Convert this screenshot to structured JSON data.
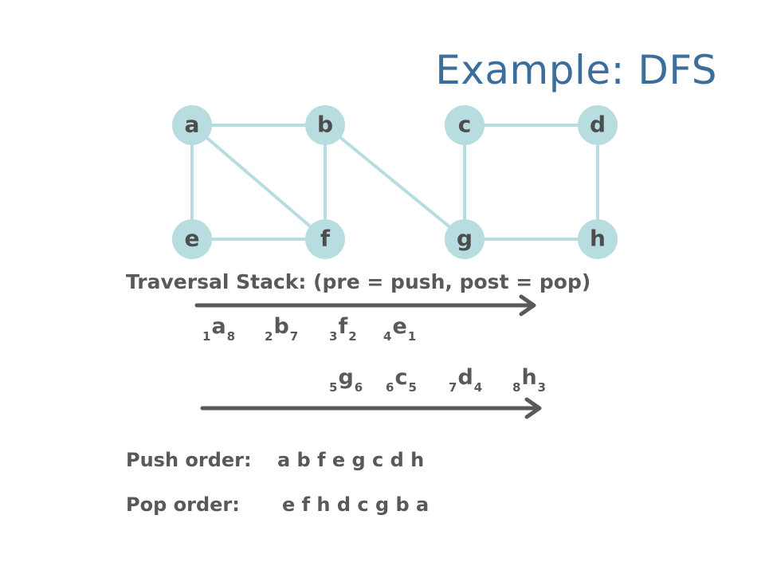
{
  "title": "Example: DFS",
  "graph": {
    "nodes": [
      {
        "id": "a",
        "label": "a"
      },
      {
        "id": "b",
        "label": "b"
      },
      {
        "id": "c",
        "label": "c"
      },
      {
        "id": "d",
        "label": "d"
      },
      {
        "id": "e",
        "label": "e"
      },
      {
        "id": "f",
        "label": "f"
      },
      {
        "id": "g",
        "label": "g"
      },
      {
        "id": "h",
        "label": "h"
      }
    ],
    "edges": [
      [
        "a",
        "b"
      ],
      [
        "a",
        "e"
      ],
      [
        "a",
        "f"
      ],
      [
        "b",
        "f"
      ],
      [
        "b",
        "g"
      ],
      [
        "e",
        "f"
      ],
      [
        "c",
        "d"
      ],
      [
        "c",
        "g"
      ],
      [
        "d",
        "h"
      ],
      [
        "g",
        "h"
      ]
    ],
    "colors": {
      "node": "#b7dde0",
      "edge": "#b7dde0",
      "label": "#4d4d4d"
    }
  },
  "traversal": {
    "heading": "Traversal Stack: (pre = push, post = pop)",
    "row1": [
      {
        "pre": "1",
        "name": "a",
        "post": "8"
      },
      {
        "pre": "2",
        "name": "b",
        "post": "7"
      },
      {
        "pre": "3",
        "name": "f",
        "post": "2"
      },
      {
        "pre": "4",
        "name": "e",
        "post": "1"
      }
    ],
    "row2": [
      {
        "pre": "5",
        "name": "g",
        "post": "6"
      },
      {
        "pre": "6",
        "name": "c",
        "post": "5"
      },
      {
        "pre": "7",
        "name": "d",
        "post": "4"
      },
      {
        "pre": "8",
        "name": "h",
        "post": "3"
      }
    ]
  },
  "push_order": {
    "label": "Push order:",
    "value": "a b f e g c d h"
  },
  "pop_order": {
    "label": "Pop order:",
    "value": "e f h d c g b a"
  },
  "colors": {
    "title": "#3b6e9c",
    "text": "#595959",
    "arrow": "#595959"
  }
}
